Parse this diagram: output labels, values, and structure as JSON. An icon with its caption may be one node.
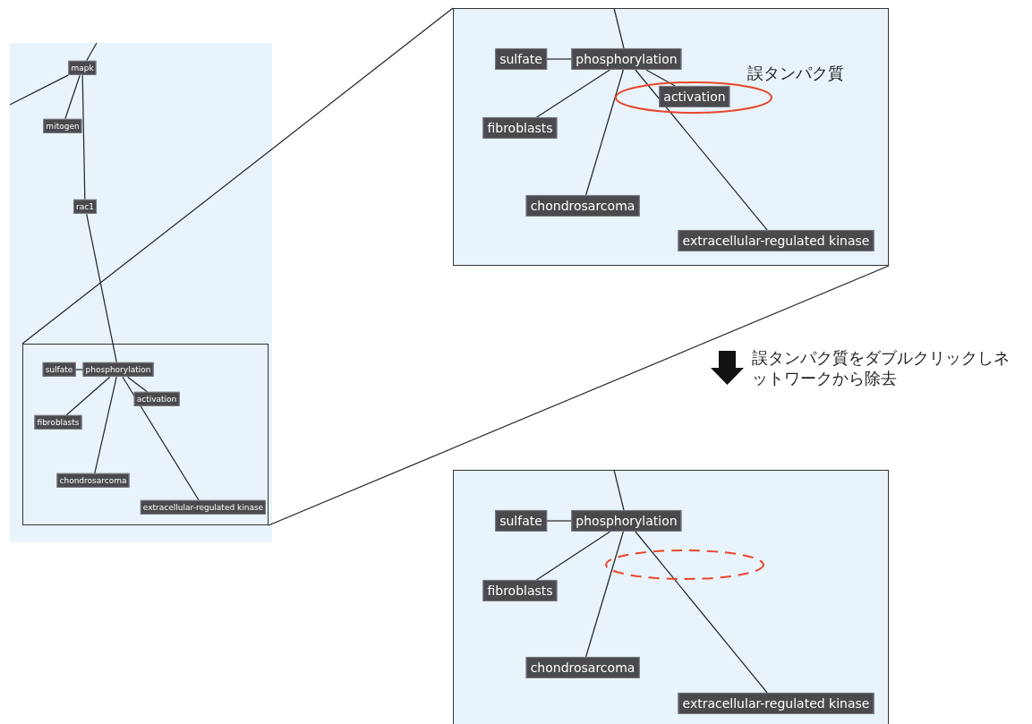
{
  "diagram": {
    "nodes": [
      {
        "text": [],
        "shape": "box"
      },
      {
        "text": [
          "mapk"
        ],
        "in": 0
      },
      {
        "text": [
          "mitogen"
        ],
        "in": 0
      },
      {
        "text": [
          "rac1"
        ],
        "in": 0
      },
      {
        "text": [],
        "shape": "box",
        "in": 0
      },
      {
        "text": [
          "sulfate"
        ],
        "in": 4
      },
      {
        "text": [
          "phosphorylation"
        ],
        "in": 4
      },
      {
        "text": [
          "activation"
        ],
        "in": 4
      },
      {
        "text": [
          "fibroblasts"
        ],
        "in": 4
      },
      {
        "text": [
          "chondrosarcoma"
        ],
        "in": 4
      },
      {
        "text": [
          "extracellular-regulated kinase"
        ],
        "in": 4
      },
      {
        "text": [],
        "shape": "box"
      },
      {
        "text": [
          "sulfate"
        ],
        "in": 11
      },
      {
        "text": [
          "phosphorylation"
        ],
        "in": 11
      },
      {
        "text": [
          "activation"
        ],
        "in": 11
      },
      {
        "text": [
          "fibroblasts"
        ],
        "in": 11
      },
      {
        "text": [
          "chondrosarcoma"
        ],
        "in": 11
      },
      {
        "text": [
          "extracellular-regulated kinase"
        ],
        "in": 11
      },
      {
        "text": [],
        "shape": "box"
      },
      {
        "text": [
          "sulfate"
        ],
        "in": 18
      },
      {
        "text": [
          "phosphorylation"
        ],
        "in": 18
      },
      {
        "text": [
          "fibroblasts"
        ],
        "in": 18
      },
      {
        "text": [
          "chondrosarcoma"
        ],
        "in": 18
      },
      {
        "text": [
          "extracellular-regulated kinase"
        ],
        "in": 18
      }
    ],
    "edges": [
      {
        "from": null,
        "to": 1,
        "arrow": "none"
      },
      {
        "from": 1,
        "to": null,
        "arrow": "none"
      },
      {
        "from": 1,
        "to": 2,
        "arrow": "none"
      },
      {
        "from": 1,
        "to": 3,
        "arrow": "none"
      },
      {
        "from": 3,
        "to": 6,
        "arrow": "none"
      },
      {
        "from": 5,
        "to": 6,
        "arrow": "none"
      },
      {
        "from": 6,
        "to": 7,
        "arrow": "none"
      },
      {
        "from": 6,
        "to": 8,
        "arrow": "none"
      },
      {
        "from": 6,
        "to": 9,
        "arrow": "none"
      },
      {
        "from": 6,
        "to": 10,
        "arrow": "none"
      },
      {
        "from": 4,
        "to": 11,
        "arrow": "none"
      },
      {
        "from": 4,
        "to": 11,
        "arrow": "none"
      },
      {
        "from": null,
        "to": 13,
        "arrow": "none"
      },
      {
        "from": 12,
        "to": 13,
        "arrow": "none"
      },
      {
        "from": 13,
        "to": 14,
        "arrow": "none"
      },
      {
        "from": 13,
        "to": 15,
        "arrow": "none"
      },
      {
        "from": 13,
        "to": 16,
        "arrow": "none"
      },
      {
        "from": 13,
        "to": 17,
        "arrow": "none"
      },
      {
        "from": null,
        "to": 20,
        "arrow": "none"
      },
      {
        "from": 19,
        "to": 20,
        "arrow": "none"
      },
      {
        "from": 20,
        "to": 21,
        "arrow": "none"
      },
      {
        "from": 20,
        "to": 22,
        "arrow": "none"
      },
      {
        "from": 20,
        "to": 23,
        "arrow": "none"
      }
    ],
    "labels": [
      "誤タンパク質",
      "誤タンパク質をダブルクリックしネットワークから除去"
    ]
  }
}
